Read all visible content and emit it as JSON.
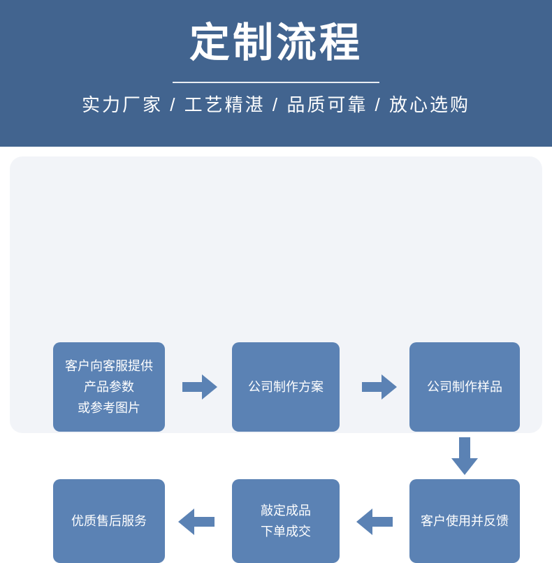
{
  "banner": {
    "title": "定制流程",
    "subtitle": "实力厂家 / 工艺精湛 / 品质可靠 / 放心选购",
    "background_color": "#42648f",
    "text_color": "#ffffff"
  },
  "flow": {
    "panel_background": "#f2f4f8",
    "box_color": "#5b82b4",
    "arrow_color": "#5b82b4",
    "steps": [
      {
        "id": 1,
        "lines": [
          "客户向客服提供",
          "产品参数",
          "或参考图片"
        ]
      },
      {
        "id": 2,
        "lines": [
          "公司制作方案"
        ]
      },
      {
        "id": 3,
        "lines": [
          "公司制作样品"
        ]
      },
      {
        "id": 4,
        "lines": [
          "客户使用并反馈"
        ]
      },
      {
        "id": 5,
        "lines": [
          "敲定成品",
          "下单成交"
        ]
      },
      {
        "id": 6,
        "lines": [
          "优质售后服务"
        ]
      }
    ],
    "connectors": [
      {
        "from": 1,
        "to": 2,
        "direction": "right"
      },
      {
        "from": 2,
        "to": 3,
        "direction": "right"
      },
      {
        "from": 3,
        "to": 4,
        "direction": "down"
      },
      {
        "from": 4,
        "to": 5,
        "direction": "left"
      },
      {
        "from": 5,
        "to": 6,
        "direction": "left"
      }
    ]
  }
}
